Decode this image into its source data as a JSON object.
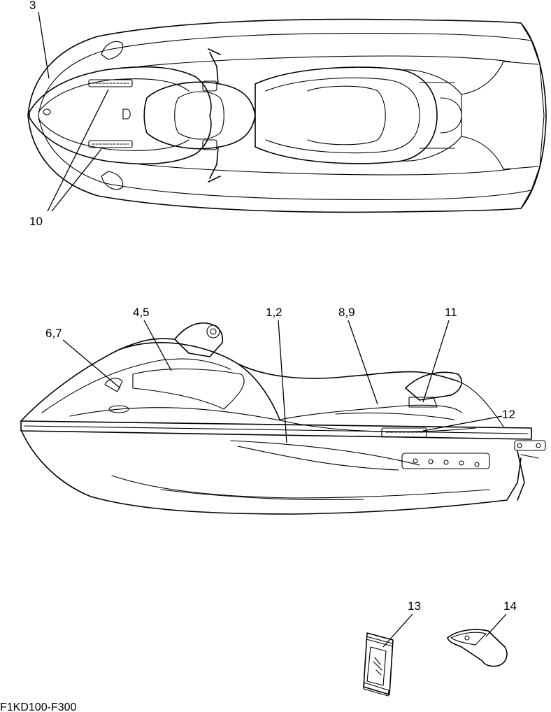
{
  "callouts": {
    "c3": "3",
    "c10": "10",
    "c45": "4,5",
    "c12a": "1,2",
    "c89": "8,9",
    "c11": "11",
    "c67": "6,7",
    "c12": "12",
    "c13": "13",
    "c14": "14"
  },
  "drawing_code": "F1KD100-F300"
}
